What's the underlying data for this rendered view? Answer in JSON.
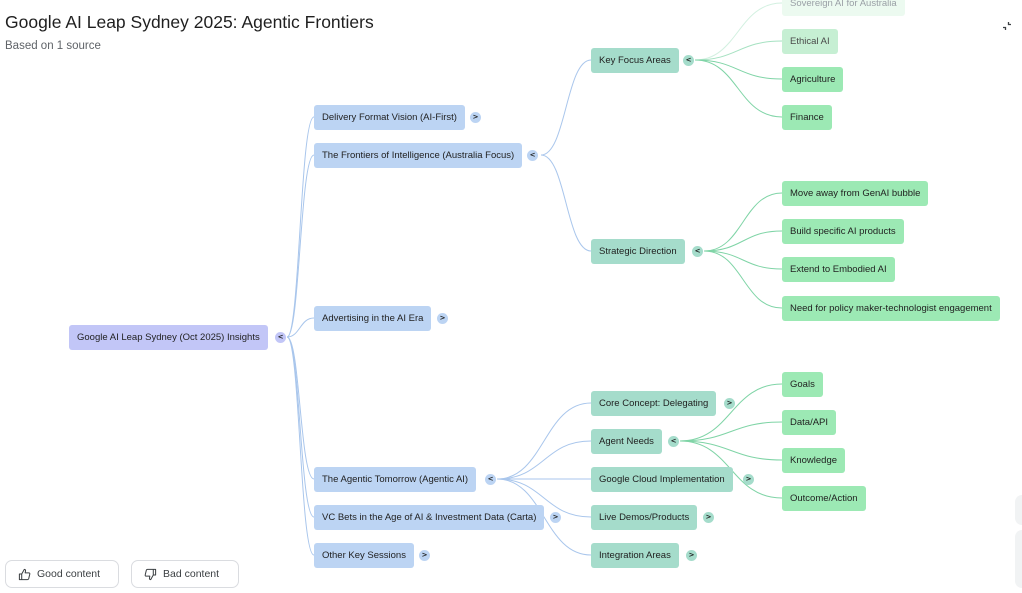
{
  "header": {
    "title": "Google AI Leap Sydney 2025: Agentic Frontiers",
    "subtitle": "Based on 1 source"
  },
  "icons": {
    "collapse": "collapse-icon",
    "thumbs_up": "thumbs-up-icon",
    "thumbs_down": "thumbs-down-icon"
  },
  "colors": {
    "root": "#c2c6f7",
    "level1": "#bcd4f3",
    "level2": "#a5dccb",
    "level3": "#9ce9b4",
    "edge_blue": "#a9c6ec",
    "edge_green": "#7fd4a6"
  },
  "mindmap": {
    "root": {
      "label": "Google AI Leap Sydney (Oct 2025) Insights",
      "toggle": "<"
    },
    "topics": [
      {
        "label": "Delivery Format Vision (AI-First)",
        "toggle": ">"
      },
      {
        "label": "The Frontiers of Intelligence (Australia Focus)",
        "toggle": "<"
      },
      {
        "label": "Advertising in the AI Era",
        "toggle": ">"
      },
      {
        "label": "The Agentic Tomorrow (Agentic AI)",
        "toggle": "<"
      },
      {
        "label": "VC Bets in the Age of AI & Investment Data (Carta)",
        "toggle": ">"
      },
      {
        "label": "Other Key Sessions",
        "toggle": ">"
      }
    ],
    "frontiers": [
      {
        "label": "Key Focus Areas",
        "toggle": "<"
      },
      {
        "label": "Strategic Direction",
        "toggle": "<"
      }
    ],
    "focus_areas": [
      {
        "label": "Sovereign AI for Australia"
      },
      {
        "label": "Ethical AI"
      },
      {
        "label": "Agriculture"
      },
      {
        "label": "Finance"
      }
    ],
    "strategic": [
      {
        "label": "Move away from GenAI bubble"
      },
      {
        "label": "Build specific AI products"
      },
      {
        "label": "Extend to Embodied AI"
      },
      {
        "label": "Need for policy maker-technologist engagement"
      }
    ],
    "agentic": [
      {
        "label": "Core Concept: Delegating",
        "toggle": ">"
      },
      {
        "label": "Agent Needs",
        "toggle": "<"
      },
      {
        "label": "Google Cloud Implementation",
        "toggle": ">"
      },
      {
        "label": "Live Demos/Products",
        "toggle": ">"
      },
      {
        "label": "Integration Areas",
        "toggle": ">"
      }
    ],
    "agent_needs": [
      {
        "label": "Goals"
      },
      {
        "label": "Data/API"
      },
      {
        "label": "Knowledge"
      },
      {
        "label": "Outcome/Action"
      }
    ]
  },
  "feedback": {
    "good": "Good content",
    "bad": "Bad content"
  }
}
